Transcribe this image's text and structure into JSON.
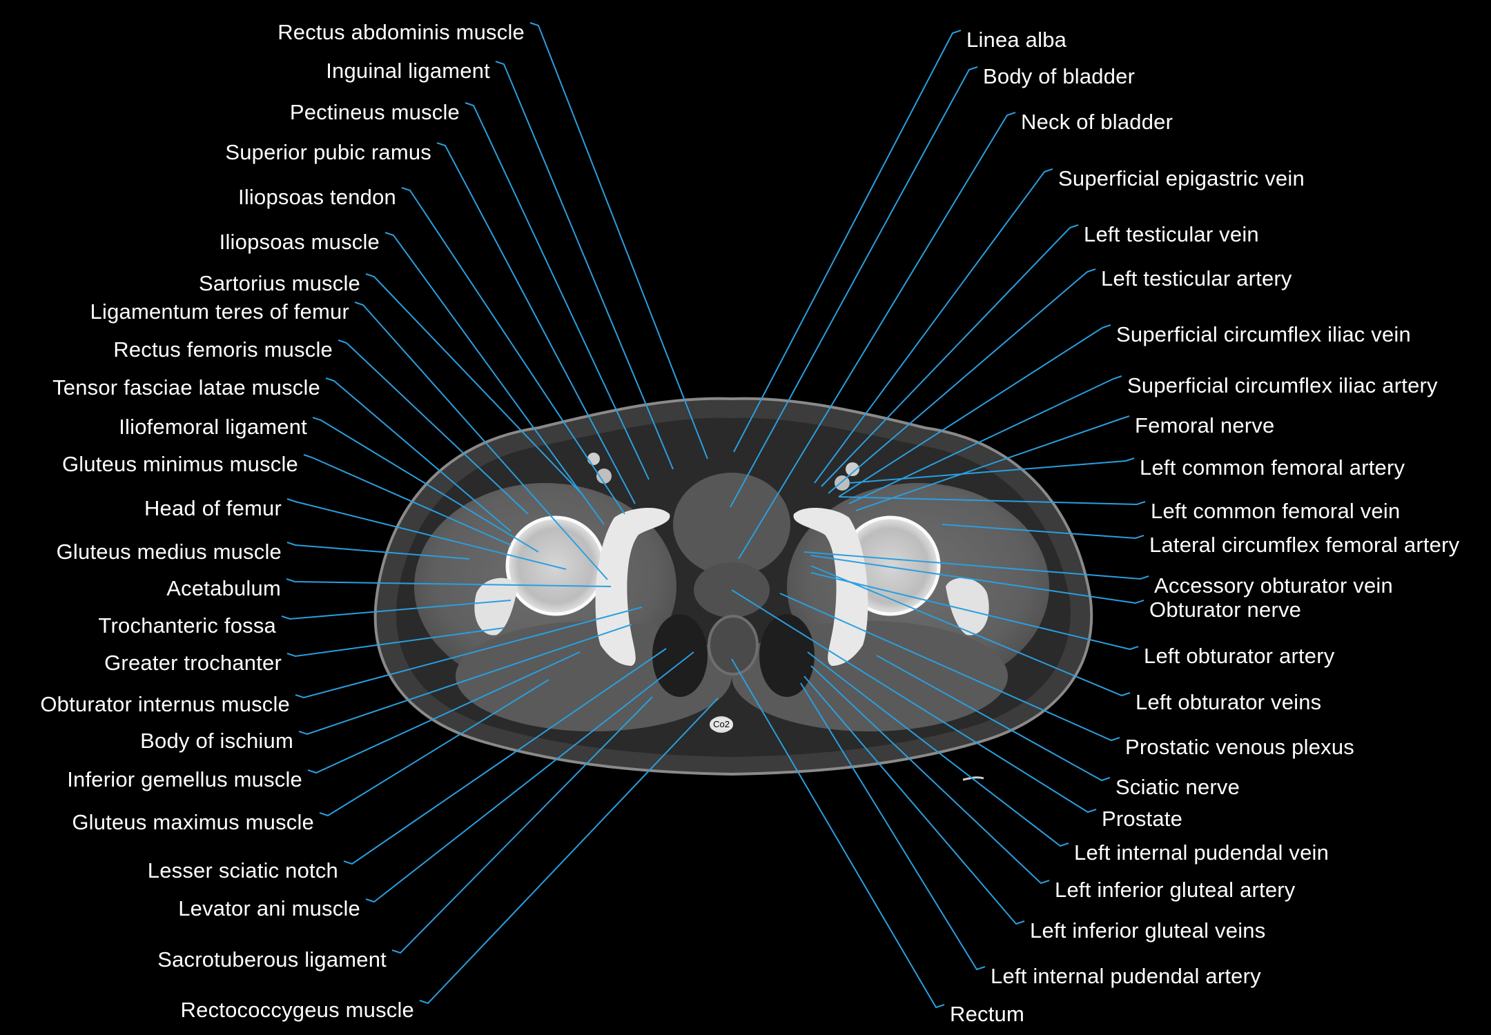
{
  "colors": {
    "background": "#000000",
    "leader": "#2a9fe0",
    "label": "#ffffff"
  },
  "image_marker": "Co2",
  "labels_left": [
    "Rectus abdominis muscle",
    "Inguinal ligament",
    "Pectineus muscle",
    "Superior pubic ramus",
    "Iliopsoas tendon",
    "Iliopsoas muscle",
    "Sartorius muscle",
    "Ligamentum teres of femur",
    "Rectus femoris muscle",
    "Tensor fasciae latae muscle",
    "Iliofemoral ligament",
    "Gluteus minimus muscle",
    "Head of femur",
    "Gluteus medius muscle",
    "Acetabulum",
    "Trochanteric fossa",
    "Greater trochanter",
    "Obturator internus muscle",
    "Body of ischium",
    "Inferior gemellus muscle",
    "Gluteus maximus muscle",
    "Lesser sciatic notch",
    "Levator ani muscle",
    "Sacrotuberous ligament",
    "Rectococcygeus muscle"
  ],
  "labels_right": [
    "Linea alba",
    "Body of bladder",
    "Neck of bladder",
    "Superficial epigastric vein",
    "Left testicular vein",
    "Left testicular artery",
    "Superficial circumflex iliac vein",
    "Superficial circumflex iliac artery",
    "Femoral nerve",
    "Left common femoral artery",
    "Left common femoral vein",
    "Lateral circumflex femoral artery",
    "Accessory obturator vein",
    "Obturator nerve",
    "Left obturator artery",
    "Left obturator veins",
    "Prostatic venous plexus",
    "Sciatic nerve",
    "Prostate",
    "Left internal pudendal vein",
    "Left inferior gluteal artery",
    "Left inferior gluteal veins",
    "Left internal pudendal artery",
    "Rectum"
  ]
}
